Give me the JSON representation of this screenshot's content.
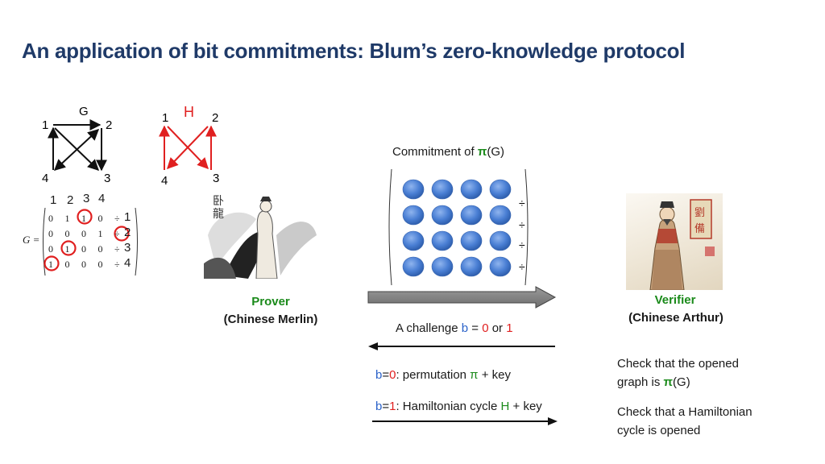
{
  "title": "An application of bit commitments: Blum’s zero-knowledge protocol",
  "graph_g": {
    "name": "G",
    "v1": "1",
    "v2": "2",
    "v3": "3",
    "v4": "4"
  },
  "graph_h": {
    "name": "H",
    "v1": "1",
    "v2": "2",
    "v3": "3",
    "v4": "4"
  },
  "matrix": {
    "label": "G =",
    "col_headers": [
      "1",
      "2",
      "3",
      "4"
    ],
    "row_headers": [
      "1",
      "2",
      "3",
      "4"
    ],
    "rows": [
      [
        "0",
        "1",
        "1",
        "0"
      ],
      [
        "0",
        "0",
        "0",
        "1"
      ],
      [
        "0",
        "1",
        "0",
        "0"
      ],
      [
        "1",
        "0",
        "0",
        "0"
      ]
    ],
    "dots": [
      "÷",
      "÷",
      "÷",
      "÷"
    ]
  },
  "prover": {
    "role": "Prover",
    "name": "(Chinese Merlin)"
  },
  "verifier": {
    "role": "Verifier",
    "name": "(Chinese Arthur)"
  },
  "commitment": {
    "prefix": "Commitment of ",
    "pi": "π",
    "suffix": "(G)",
    "dots": [
      "÷",
      "÷",
      "÷",
      "÷"
    ]
  },
  "challenge": {
    "text": "A challenge ",
    "b": "b",
    "eq": " = ",
    "zero": "0",
    "or": " or ",
    "one": "1"
  },
  "response0": {
    "b": "b",
    "eq": "=",
    "val": "0",
    "text": ": permutation ",
    "pi": "π",
    "rest": " + key"
  },
  "response1": {
    "b": "b",
    "eq": "=",
    "val": "1",
    "text": ": Hamiltonian cycle ",
    "h": "H",
    "rest": " + key"
  },
  "check0": {
    "line1": "Check that the opened",
    "line2_prefix": "graph is ",
    "pi": "π",
    "line2_suffix": "(G)"
  },
  "check1": {
    "line1": "Check that a Hamiltonian",
    "line2": "cycle is opened"
  },
  "colors": {
    "title": "#1f3a68",
    "green": "#1a8a1a",
    "red": "#e02020",
    "blue": "#2a62c9",
    "ball": "#4a7fd4"
  }
}
